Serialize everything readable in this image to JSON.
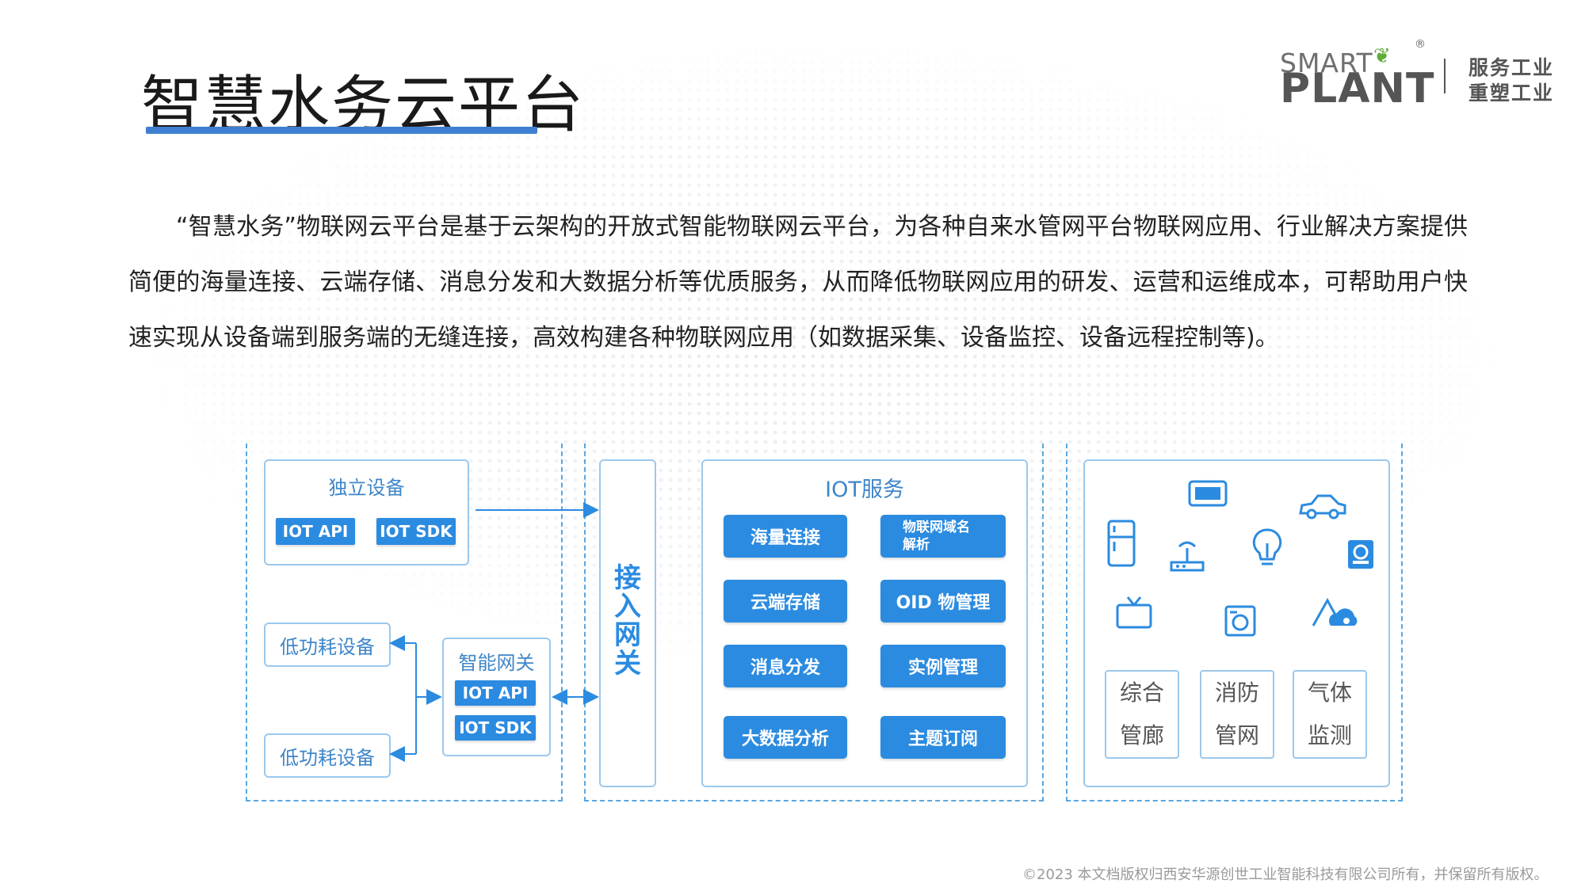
{
  "slide": {
    "title": "智慧水务云平台",
    "paragraph": "“智慧水务”物联网云平台是基于云架构的开放式智能物联网云平台，为各种自来水管网平台物联网应用、行业解决方案提供简便的海量连接、云端存储、消息分发和大数据分析等优质服务，从而降低物联网应用的研发、运营和运维成本，可帮助用户快速实现从设备端到服务端的无缝连接，高效构建各种物联网应用（如数据采集、设备监控、设备远程控制等)。",
    "copyright": "©2023 本文档版权归西安华源创世工业智能科技有限公司所有，并保留所有版权。"
  },
  "logo": {
    "smart": "SMART",
    "plant": "PLANT",
    "reg": "®",
    "slogan_line1": "服务工业",
    "slogan_line2": "重塑工业"
  },
  "diagram": {
    "standalone": {
      "title": "独立设备",
      "api": "IOT API",
      "sdk": "IOT SDK"
    },
    "low_power_1": "低功耗设备",
    "low_power_2": "低功耗设备",
    "gateway": {
      "title": "智能网关",
      "api": "IOT API",
      "sdk": "IOT SDK"
    },
    "access_gateway": "接入网关",
    "iot_service": {
      "title": "IOT服务",
      "items": [
        "海量连接",
        "物联网域名解析",
        "云端存储",
        "OID 物管理",
        "消息分发",
        "实例管理",
        "大数据分析",
        "主题订阅"
      ]
    },
    "devices": {
      "icons": [
        "fridge-icon",
        "monitor-icon",
        "router-icon",
        "lightbulb-icon",
        "car-icon",
        "tablet-icon",
        "tv-icon",
        "washer-icon",
        "weather-icon"
      ],
      "categories": [
        {
          "line1": "综合",
          "line2": "管廊"
        },
        {
          "line1": "消防",
          "line2": "管网"
        },
        {
          "line1": "气体",
          "line2": "监测"
        }
      ]
    }
  }
}
